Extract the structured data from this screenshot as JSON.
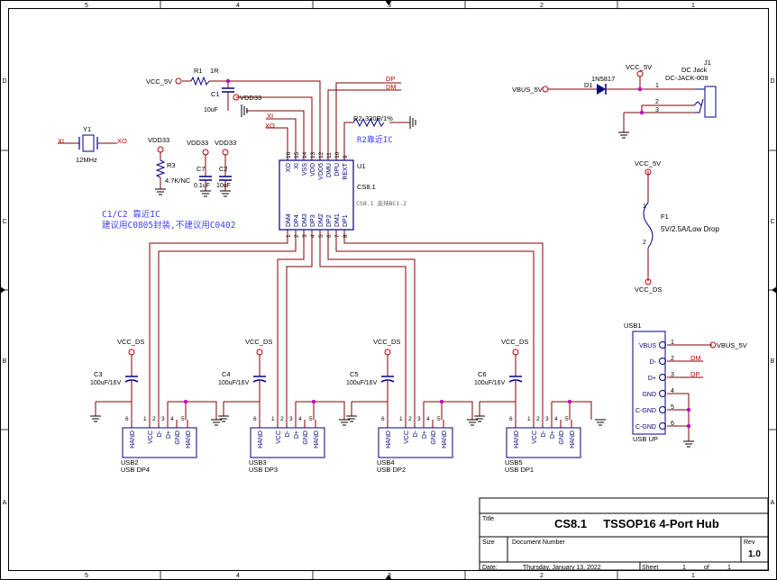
{
  "frame": {
    "cols": [
      "5",
      "4",
      "3",
      "2",
      "1"
    ],
    "rows": [
      "D",
      "C",
      "B",
      "A"
    ]
  },
  "colors": {
    "wire": "#800000",
    "part": "#000080",
    "junction": "#c000c0",
    "power": "#c00000",
    "note": "#4040ff",
    "net_label": "#c00000"
  },
  "top_nets": {
    "vcc5v_r1": "VCC_5V",
    "vdd33_c1": "VDD33",
    "xi": "XI",
    "xo": "XO",
    "dp": "DP",
    "dm": "DM",
    "y1_xi": "XI",
    "y1_xo": "XO"
  },
  "parts": {
    "r1": {
      "ref": "R1",
      "value": "1R"
    },
    "c1": {
      "ref": "C1",
      "value": "10uF"
    },
    "y1": {
      "ref": "Y1",
      "value": "12MHz"
    },
    "r3": {
      "ref": "R3",
      "value": "4.7K/NC",
      "net": "VDD33"
    },
    "c7": {
      "ref": "C7",
      "value": "0.1uF",
      "net": "VDD33"
    },
    "c2": {
      "ref": "C2",
      "value": "10uF",
      "net": "VDD33"
    },
    "r2": {
      "ref": "R2",
      "value": "330R/1%"
    },
    "u1": {
      "ref": "U1",
      "name": "CS8.1",
      "note": "CS8.1 支持BC1.2",
      "top_pins": [
        {
          "name": "XO",
          "num": "16"
        },
        {
          "name": "XI",
          "num": "15"
        },
        {
          "name": "VSS",
          "num": "14"
        },
        {
          "name": "VDD",
          "num": "13"
        },
        {
          "name": "VDD5",
          "num": "12"
        },
        {
          "name": "DMU",
          "num": "11"
        },
        {
          "name": "DPU",
          "num": "10"
        },
        {
          "name": "REXT",
          "num": "9"
        }
      ],
      "bottom_pins": [
        {
          "name": "DM4",
          "num": "1"
        },
        {
          "name": "DP4",
          "num": "2"
        },
        {
          "name": "DM3",
          "num": "3"
        },
        {
          "name": "DP3",
          "num": "4"
        },
        {
          "name": "DM2",
          "num": "5"
        },
        {
          "name": "DP2",
          "num": "6"
        },
        {
          "name": "DM1",
          "num": "7"
        },
        {
          "name": "DP1",
          "num": "8"
        }
      ]
    },
    "d1": {
      "ref": "D1",
      "value": "1N5817",
      "net": "VBUS_5V"
    },
    "j1": {
      "ref": "J1",
      "value": "DC Jack",
      "model": "DC-JACK-009",
      "net": "VCC_5V",
      "pins": [
        "1",
        "2",
        "3"
      ]
    },
    "f1": {
      "ref": "F1",
      "value": "5V/2.5A/Low Drop",
      "net_top": "VCC_5V",
      "net_bottom": "VCC_DS",
      "pins": [
        "1",
        "2"
      ]
    },
    "usb1": {
      "ref": "USB1",
      "value": "USB UP",
      "pins": [
        {
          "name": "VBUS",
          "num": "1",
          "net": "VBUS_5V"
        },
        {
          "name": "D-",
          "num": "2",
          "net": "DM"
        },
        {
          "name": "D+",
          "num": "3",
          "net": "DP"
        },
        {
          "name": "GND",
          "num": "4",
          "net": ""
        },
        {
          "name": "C-GND",
          "num": "5",
          "net": ""
        },
        {
          "name": "C-GND",
          "num": "6",
          "net": ""
        }
      ]
    }
  },
  "notes": {
    "r2_note": "R2靠近IC",
    "c1c2_line1": "C1/C2 靠近IC",
    "c1c2_line2": "建议用C0805封装,不建议用C0402"
  },
  "downstream_ports": [
    {
      "ref": "USB2",
      "value": "USB DP4",
      "cap_ref": "C3",
      "cap_value": "100uF/16V",
      "net": "VCC_DS"
    },
    {
      "ref": "USB3",
      "value": "USB DP3",
      "cap_ref": "C4",
      "cap_value": "100uF/16V",
      "net": "VCC_DS"
    },
    {
      "ref": "USB4",
      "value": "USB DP2",
      "cap_ref": "C5",
      "cap_value": "100uF/16V",
      "net": "VCC_DS"
    },
    {
      "ref": "USB5",
      "value": "USB DP1",
      "cap_ref": "C6",
      "cap_value": "100uF/16V",
      "net": "VCC_DS"
    }
  ],
  "usb_port_pins": [
    {
      "name": "HAND",
      "num": "6"
    },
    {
      "name": "VCC",
      "num": "1"
    },
    {
      "name": "D-",
      "num": "2"
    },
    {
      "name": "D+",
      "num": "3"
    },
    {
      "name": "GND",
      "num": "4"
    },
    {
      "name": "HAND",
      "num": "5"
    }
  ],
  "title_block": {
    "title_label": "Title",
    "title": "CS8.1     TSSOP16 4-Port Hub",
    "size_label": "Size",
    "docnum_label": "Document Number",
    "rev_label": "Rev",
    "rev": "1.0",
    "date_label": "Date:",
    "date": "Thursday, January 13, 2022",
    "sheet_label": "Sheet",
    "sheet": "1",
    "of_label": "of",
    "sheet_total": "1"
  }
}
